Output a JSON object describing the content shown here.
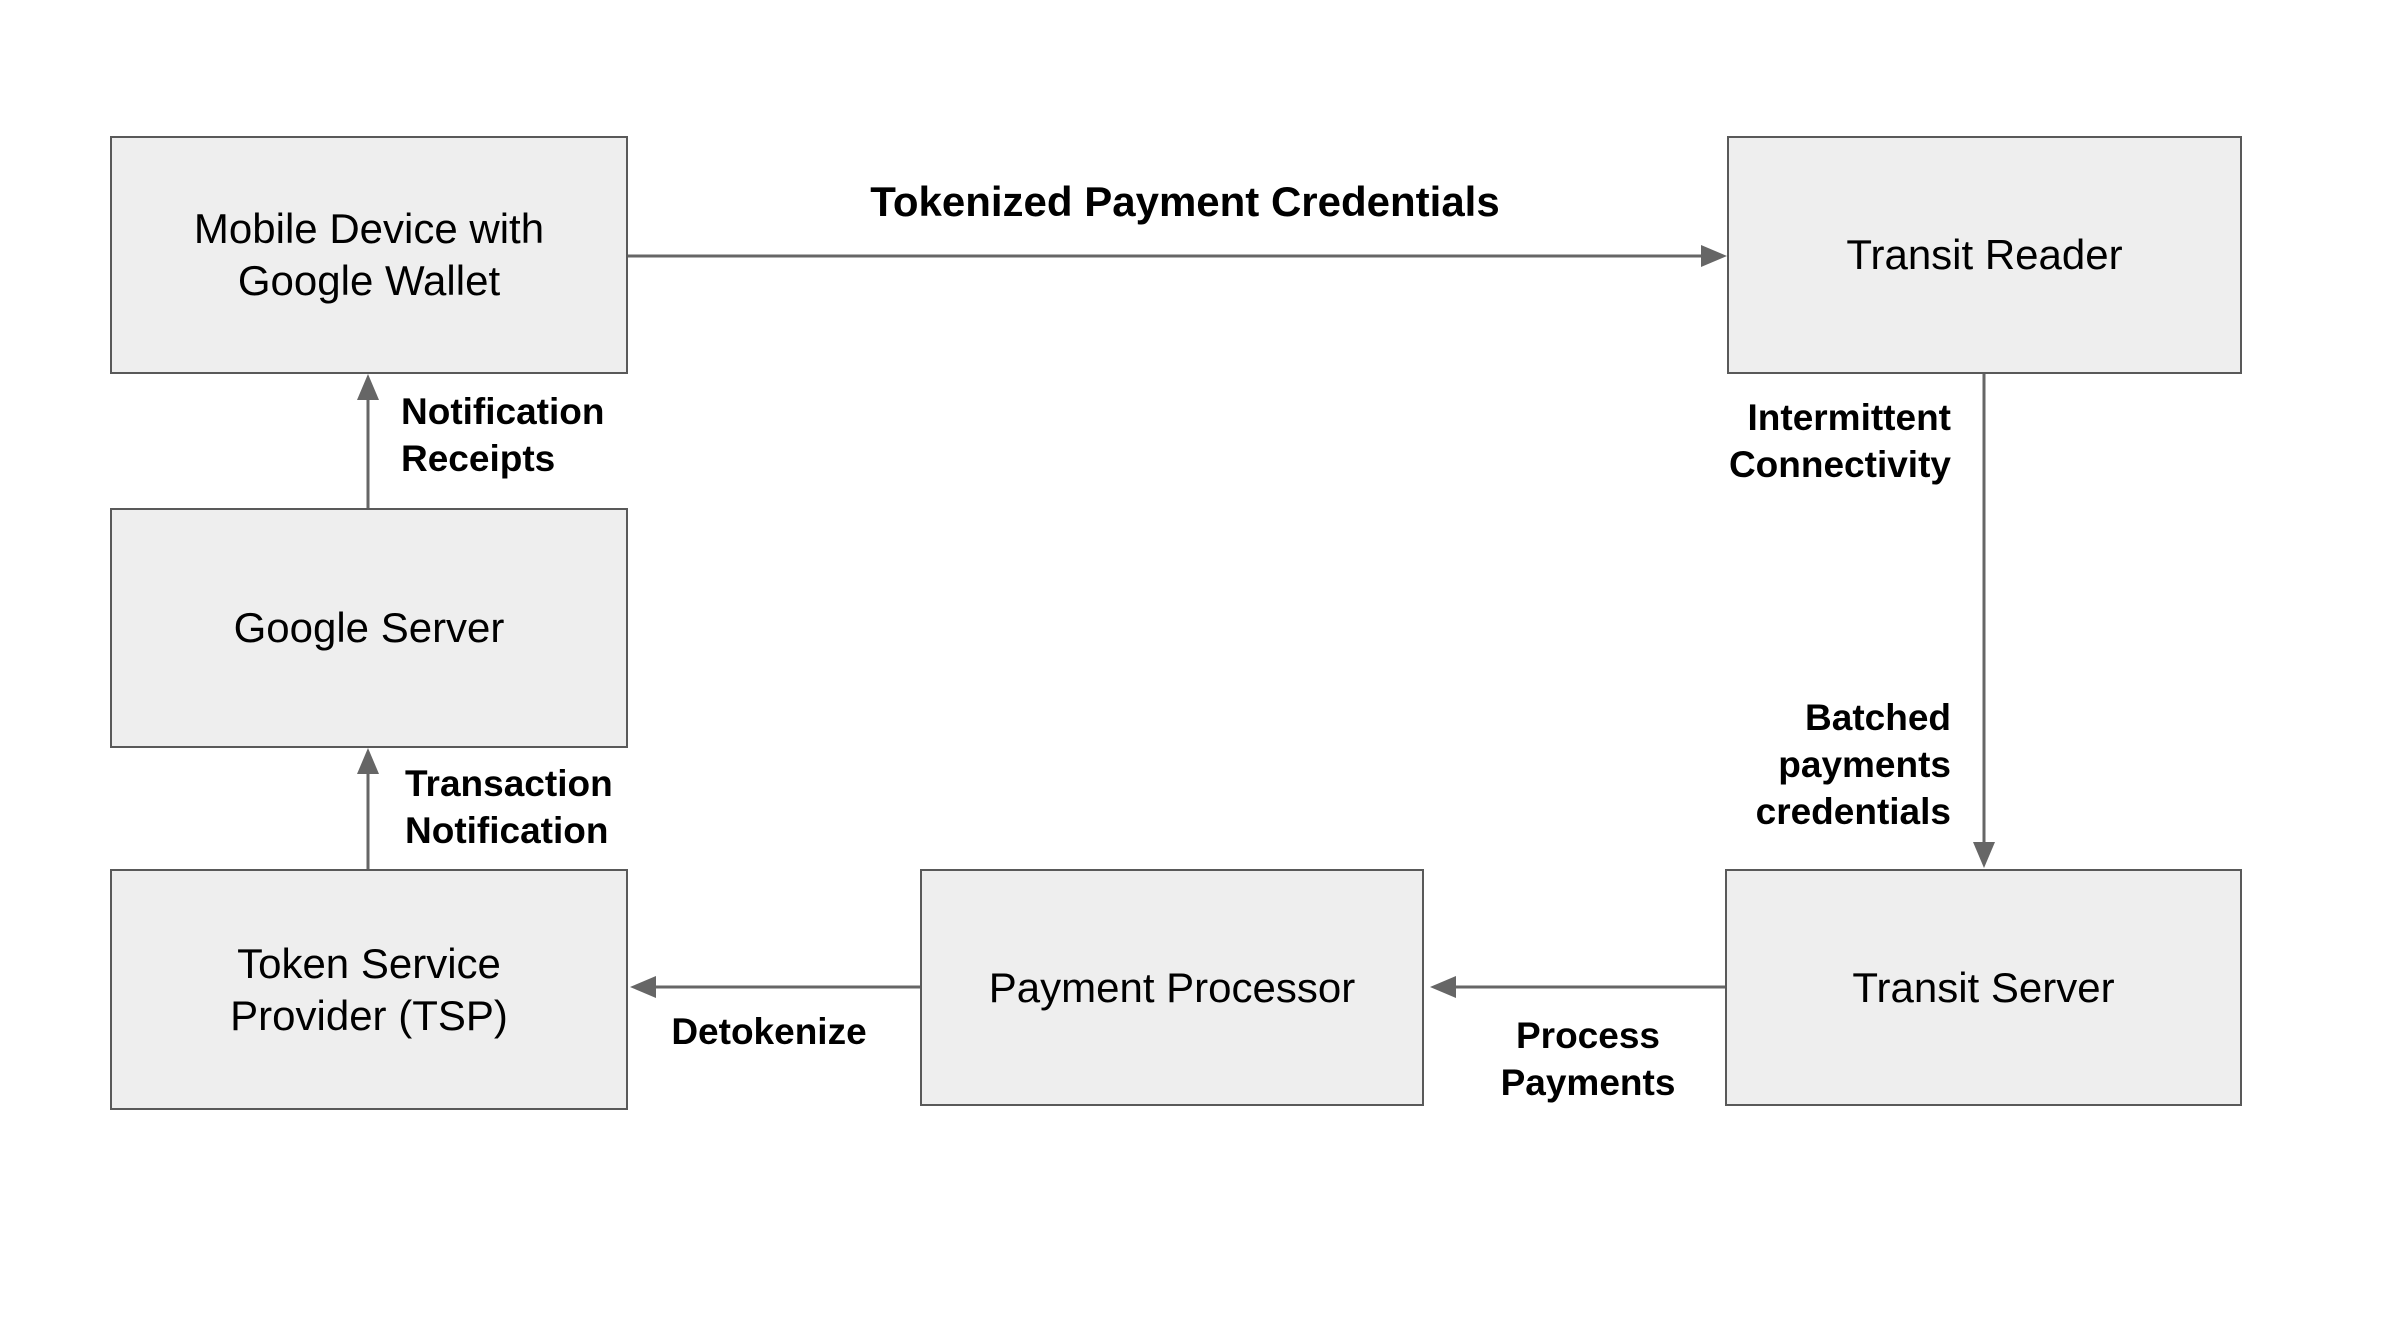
{
  "nodes": {
    "mobile": {
      "line1": "Mobile Device with",
      "line2": "Google Wallet"
    },
    "transit_reader": {
      "line1": "Transit Reader"
    },
    "google_server": {
      "line1": "Google Server"
    },
    "tsp": {
      "line1": "Token Service",
      "line2": "Provider (TSP)"
    },
    "payment_processor": {
      "line1": "Payment Processor"
    },
    "transit_server": {
      "line1": "Transit Server"
    }
  },
  "edge_labels": {
    "tokenized": {
      "line1": "Tokenized Payment Credentials"
    },
    "notification_receipts": {
      "line1": "Notification",
      "line2": "Receipts"
    },
    "transaction_notification": {
      "line1": "Transaction",
      "line2": "Notification"
    },
    "intermittent_connectivity": {
      "line1": "Intermittent",
      "line2": "Connectivity"
    },
    "batched_payments": {
      "line1": "Batched",
      "line2": "payments",
      "line3": "credentials"
    },
    "process_payments": {
      "line1": "Process",
      "line2": "Payments"
    },
    "detokenize": {
      "line1": "Detokenize"
    }
  },
  "colors": {
    "background": "#ffffff",
    "node_fill": "#eeeeee",
    "node_border": "#595959",
    "arrow": "#666666",
    "text": "#000000"
  }
}
